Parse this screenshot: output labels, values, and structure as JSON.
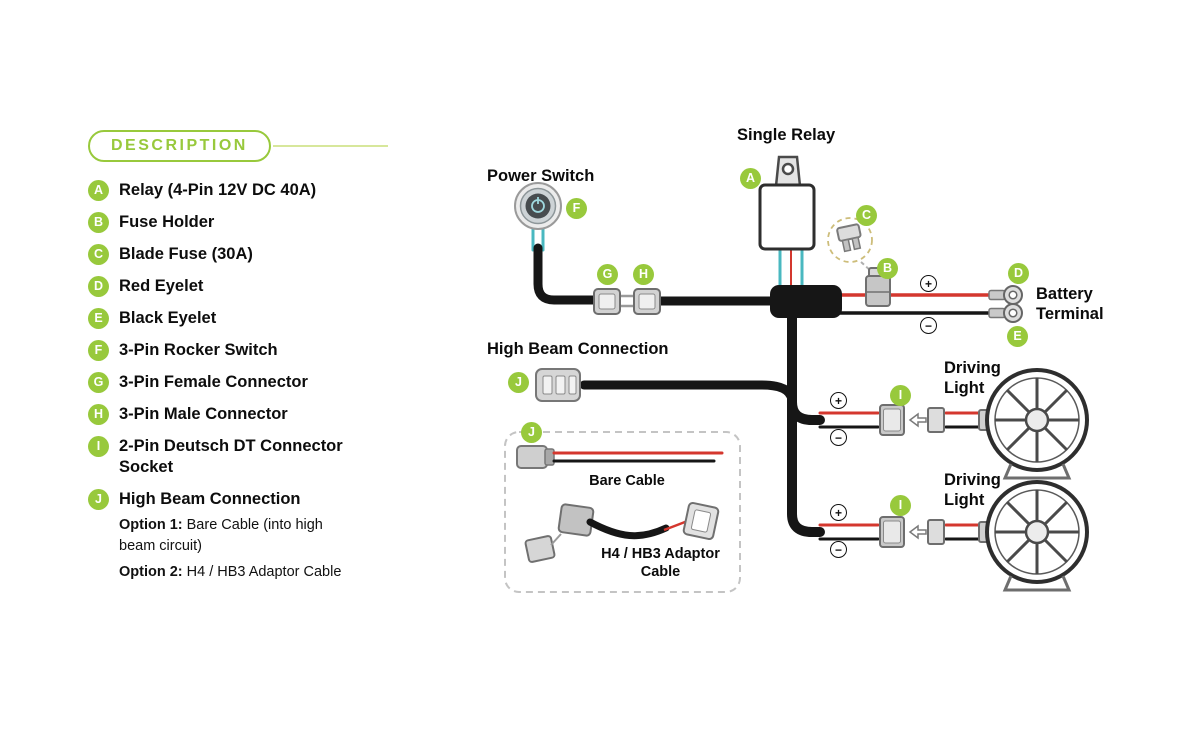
{
  "colors": {
    "green": "#98C93C",
    "red": "#D4372E",
    "wire_black": "#161616"
  },
  "legend": {
    "title": "DESCRIPTION",
    "items": [
      {
        "key": "A",
        "label": "Relay (4-Pin 12V DC 40A)"
      },
      {
        "key": "B",
        "label": "Fuse Holder"
      },
      {
        "key": "C",
        "label": "Blade Fuse (30A)"
      },
      {
        "key": "D",
        "label": "Red Eyelet"
      },
      {
        "key": "E",
        "label": "Black Eyelet"
      },
      {
        "key": "F",
        "label": "3-Pin Rocker Switch"
      },
      {
        "key": "G",
        "label": "3-Pin Female Connector"
      },
      {
        "key": "H",
        "label": "3-Pin Male Connector"
      },
      {
        "key": "I",
        "label": "2-Pin Deutsch DT Connector Socket"
      },
      {
        "key": "J",
        "label": "High Beam Connection"
      }
    ],
    "options": [
      {
        "prefix": "Option 1:",
        "text": "Bare Cable (into high beam circuit)"
      },
      {
        "prefix": "Option 2:",
        "text": "H4 / HB3 Adaptor Cable"
      }
    ]
  },
  "diagram": {
    "labels": {
      "power_switch": "Power Switch",
      "single_relay": "Single Relay",
      "high_beam": "High Beam Connection",
      "battery_terminal": "Battery Terminal",
      "driving_light": "Driving Light",
      "bare_cable": "Bare Cable",
      "adaptor_cable": "H4 / HB3 Adaptor Cable"
    },
    "badges": {
      "relay": "A",
      "fuse_holder": "B",
      "blade_fuse": "C",
      "red_eyelet": "D",
      "black_eyelet": "E",
      "rocker_switch": "F",
      "female_connector": "G",
      "male_connector": "H",
      "light1_connector": "I",
      "light2_connector": "I",
      "high_beam": "J",
      "options_box": "J"
    },
    "signs": {
      "plus": "+",
      "minus": "−"
    }
  }
}
